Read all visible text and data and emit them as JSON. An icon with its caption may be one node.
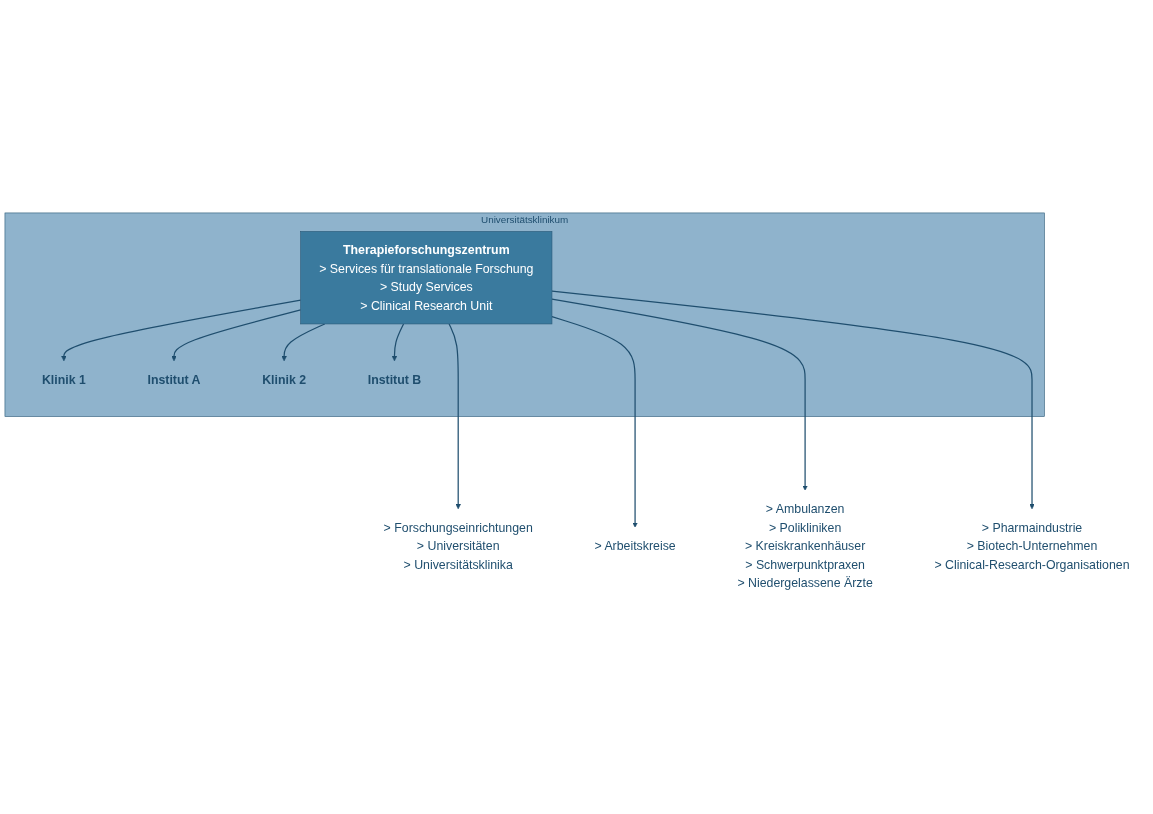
{
  "diagram": {
    "nodes": [
      {
        "text": [
          "Universitätsklinikum"
        ]
      },
      {
        "text": [
          "Therapieforschungszentrum",
          "> Services für translationale Forschung",
          "> Study Services",
          "> Clinical Research Unit"
        ],
        "in": 0
      },
      {
        "text": [
          "Klinik 1"
        ],
        "in": 0
      },
      {
        "text": [
          "Institut A"
        ],
        "in": 0
      },
      {
        "text": [
          "Klinik 2"
        ],
        "in": 0
      },
      {
        "text": [
          "Institut B"
        ],
        "in": 0
      },
      {
        "text": [
          "> Forschungseinrichtungen",
          "> Universitäten",
          "> Universitätsklinika"
        ]
      },
      {
        "text": [
          "> Arbeitskreise"
        ]
      },
      {
        "text": [
          "> Ambulanzen",
          "> Polikliniken",
          "> Kreiskrankenhäuser",
          "> Schwerpunktpraxen",
          "> Niedergelassene Ärzte"
        ]
      },
      {
        "text": [
          "> Pharmaindustrie",
          "> Biotech-Unternehmen",
          "> Clinical-Research-Organisationen"
        ]
      }
    ],
    "edges": [
      {
        "from": 1,
        "to": 2,
        "arrow": "to"
      },
      {
        "from": 1,
        "to": 3,
        "arrow": "to"
      },
      {
        "from": 1,
        "to": 4,
        "arrow": "to"
      },
      {
        "from": 1,
        "to": 5,
        "arrow": "to"
      },
      {
        "from": 1,
        "to": 6,
        "arrow": "to"
      },
      {
        "from": 1,
        "to": 7,
        "arrow": "to"
      },
      {
        "from": 1,
        "to": 8,
        "arrow": "to"
      },
      {
        "from": 1,
        "to": 9,
        "arrow": "to"
      }
    ]
  }
}
